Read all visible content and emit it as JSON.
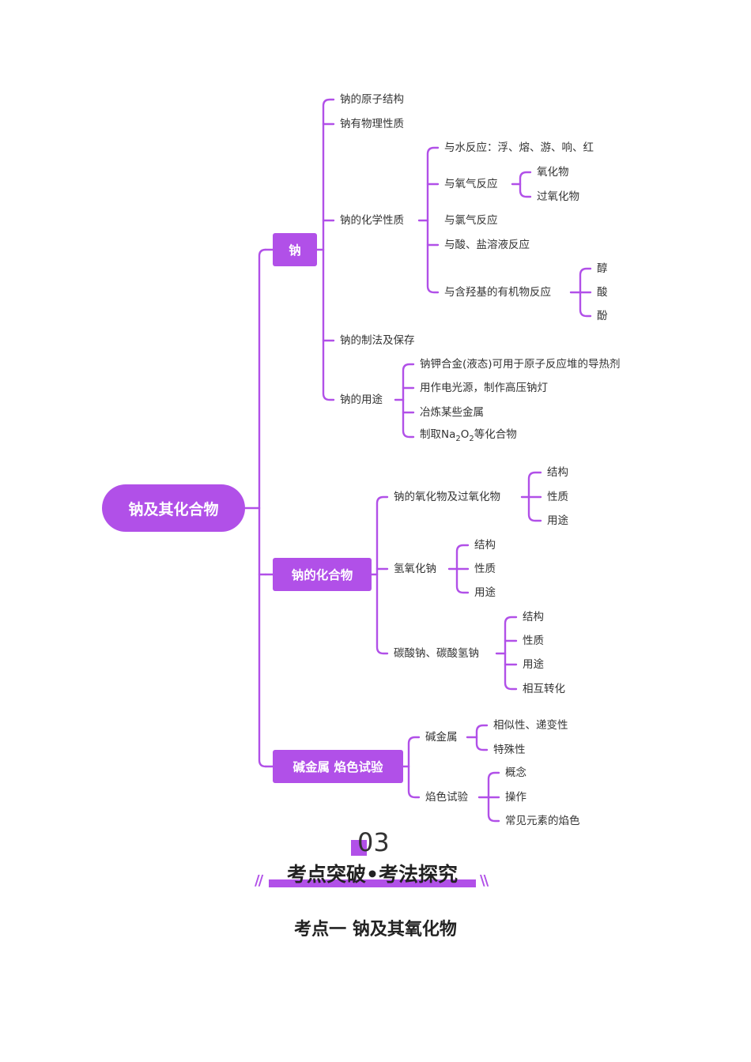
{
  "root": "钠及其化合物",
  "na": {
    "label": "钠",
    "c1": "钠的原子结构",
    "c2": "钠有物理性质",
    "chem": {
      "label": "钠的化学性质",
      "water": "与水反应：浮、熔、游、响、红",
      "oxygen": {
        "label": "与氧气反应",
        "a": "氧化物",
        "b": "过氧化物"
      },
      "chlorine": "与氯气反应",
      "acid": "与酸、盐溶液反应",
      "hydroxyl": {
        "label": "与含羟基的有机物反应",
        "a": "醇",
        "b": "酸",
        "c": "酚"
      }
    },
    "prep": "钠的制法及保存",
    "use": {
      "label": "钠的用途",
      "a": "钠钾合金(液态)可用于原子反应堆的导热剂",
      "b": "用作电光源，制作高压钠灯",
      "c": "冶炼某些金属",
      "d_pre": "制取Na",
      "d_sub1": "2",
      "d_mid": "O",
      "d_sub2": "2",
      "d_post": "等化合物"
    }
  },
  "comp": {
    "label": "钠的化合物",
    "oxide": {
      "label": "钠的氧化物及过氧化物",
      "a": "结构",
      "b": "性质",
      "c": "用途"
    },
    "hydroxide": {
      "label": "氢氧化钠",
      "a": "结构",
      "b": "性质",
      "c": "用途"
    },
    "carbonate": {
      "label": "碳酸钠、碳酸氢钠",
      "a": "结构",
      "b": "性质",
      "c": "用途",
      "d": "相互转化"
    }
  },
  "alkali": {
    "label": "碱金属 焰色试验",
    "metal": {
      "label": "碱金属",
      "a": "相似性、递变性",
      "b": "特殊性"
    },
    "flame": {
      "label": "焰色试验",
      "a": "概念",
      "b": "操作",
      "c": "常见元素的焰色"
    }
  },
  "section": {
    "number": "03",
    "title": "考点突破•考法探究",
    "slash_left": "//",
    "slash_right": "\\\\"
  },
  "subheading": "考点一  钠及其氧化物",
  "colors": {
    "accent": "#b150e8",
    "text": "#333333"
  }
}
